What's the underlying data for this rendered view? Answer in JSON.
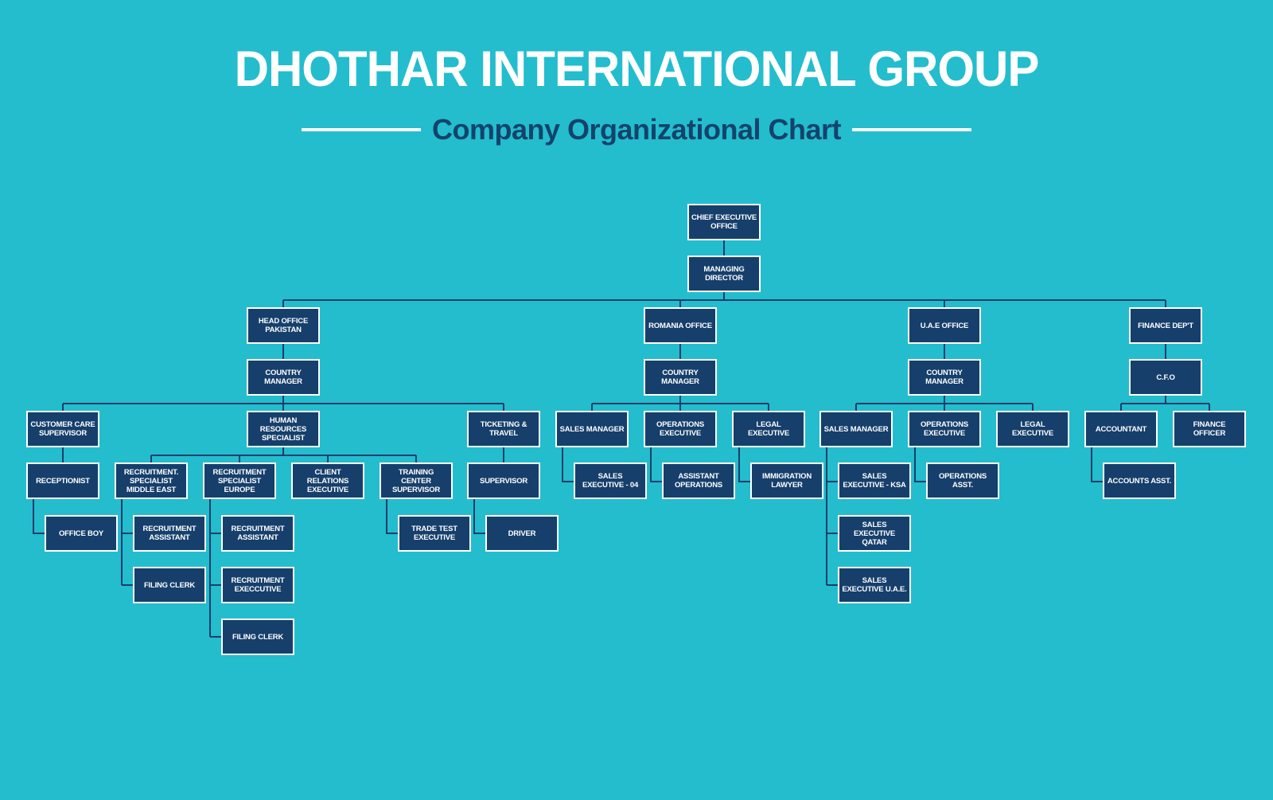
{
  "header": {
    "title": "DHOTHAR INTERNATIONAL GROUP",
    "subtitle": "Company Organizational Chart"
  },
  "colors": {
    "background": "#23bdce",
    "box_fill": "#163f6b",
    "box_border": "#ffffff",
    "subtitle": "#13436b",
    "connector": "#163f6b"
  },
  "org": {
    "ceo": "CHIEF EXECUTIVE OFFICE",
    "md": "MANAGING DIRECTOR",
    "pakistan": {
      "office": "HEAD OFFICE PAKISTAN",
      "manager": "COUNTRY MANAGER",
      "customer_care": "CUSTOMER CARE SUPERVISOR",
      "receptionist": "RECEPTIONIST",
      "office_boy": "OFFICE BOY",
      "hr": "HUMAN RESOURCES SPECIALIST",
      "rec_me": "RECRUITMENT. SPECIALIST MIDDLE EAST",
      "rec_me_assistant": "RECRUITMENT ASSISTANT",
      "rec_me_filing": "FILING CLERK",
      "rec_eu": "RECRUITMENT SPECIALIST EUROPE",
      "rec_eu_assistant": "RECRUITMENT ASSISTANT",
      "rec_eu_executive": "RECRUITMENT EXECCUTIVE",
      "rec_eu_filing": "FILING CLERK",
      "client_relations": "CLIENT RELATIONS EXECUTIVE",
      "training": "TRAINING CENTER SUPERVISOR",
      "trade_test": "TRADE TEST EXECUTIVE",
      "ticketing": "TICKETING & TRAVEL",
      "supervisor": "SUPERVISOR",
      "driver": "DRIVER"
    },
    "romania": {
      "office": "ROMANIA OFFICE",
      "manager": "COUNTRY MANAGER",
      "sales_manager": "SALES MANAGER",
      "sales_exec": "SALES EXECUTIVE - 04",
      "operations": "OPERATIONS EXECUTIVE",
      "assistant_ops": "ASSISTANT OPERATIONS",
      "legal": "LEGAL EXECUTIVE",
      "immigration": "IMMIGRATION LAWYER"
    },
    "uae": {
      "office": "U.A.E OFFICE",
      "manager": "COUNTRY MANAGER",
      "sales_manager": "SALES MANAGER",
      "sales_ksa": "SALES EXECUTIVE - KSA",
      "sales_qatar": "SALES EXECUTIVE QATAR",
      "sales_uae": "SALES EXECUTIVE U.A.E.",
      "operations": "OPERATIONS EXECUTIVE",
      "ops_asst": "OPERATIONS ASST.",
      "legal": "LEGAL EXECUTIVE"
    },
    "finance": {
      "dept": "FINANCE DEP'T",
      "cfo": "C.F.O",
      "accountant": "ACCOUNTANT",
      "accounts_asst": "ACCOUNTS ASST.",
      "finance_officer": "FINANCE OFFICER"
    }
  }
}
